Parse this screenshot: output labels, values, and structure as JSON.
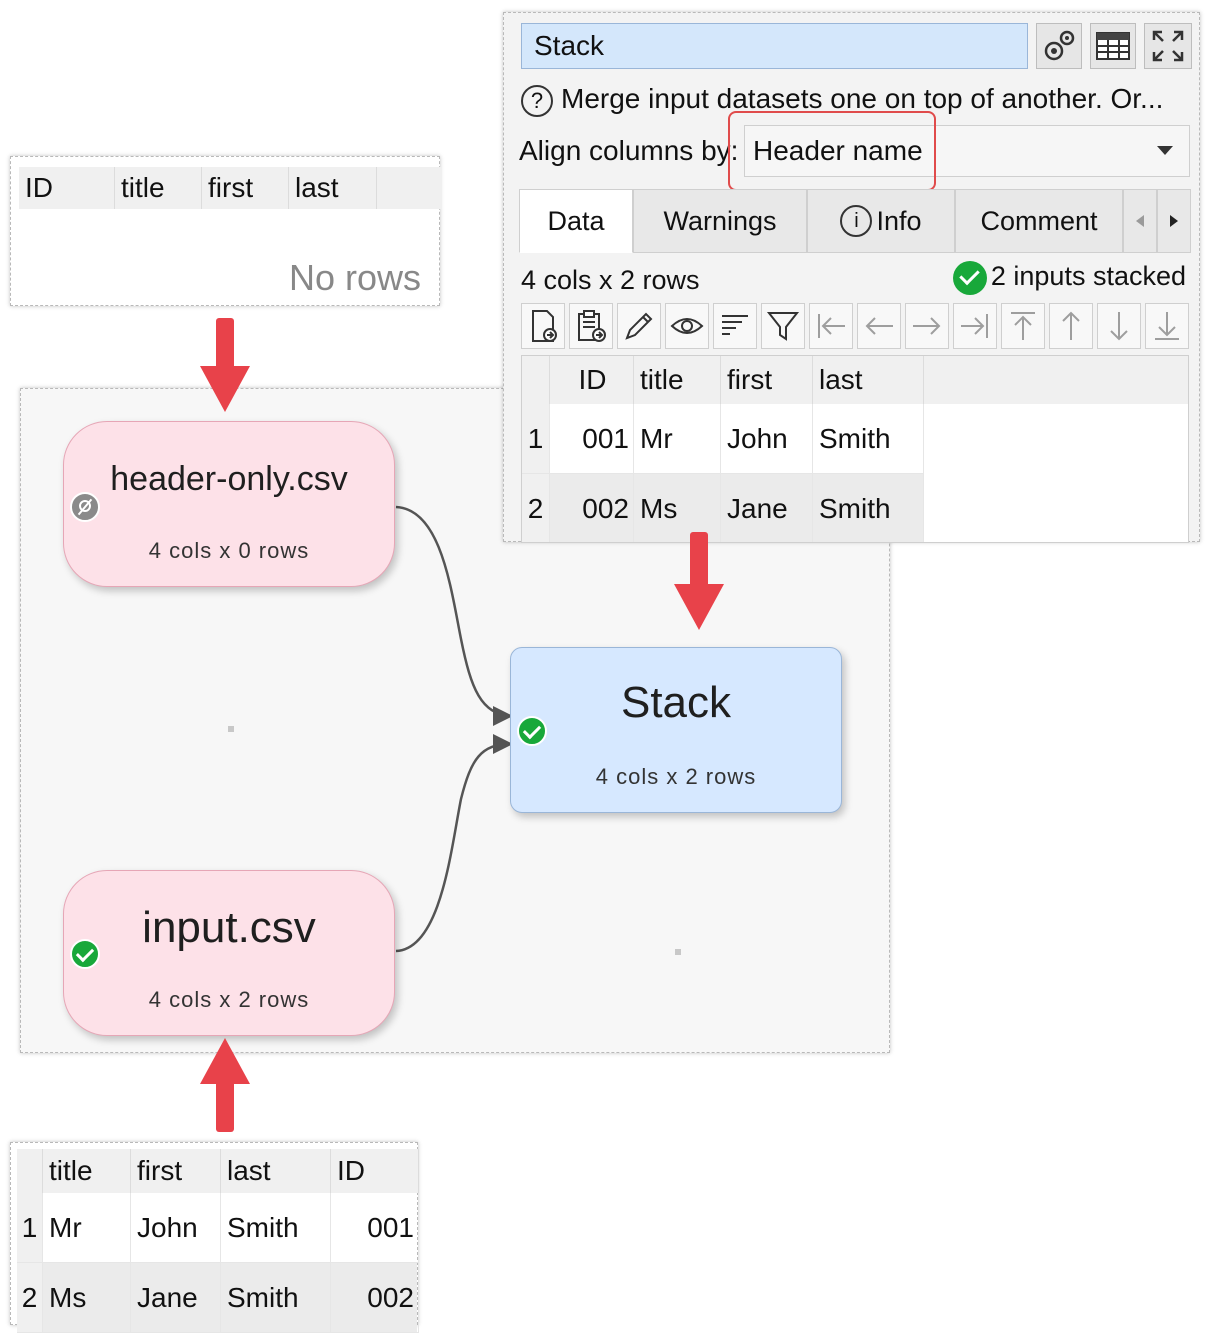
{
  "canvas": {
    "nodes": {
      "header_only": {
        "title": "header-only.csv",
        "subtitle": "4 cols x 0 rows",
        "status": "null-icon"
      },
      "input": {
        "title": "input.csv",
        "subtitle": "4 cols x 2 rows",
        "status": "check-icon"
      },
      "stack": {
        "title": "Stack",
        "subtitle": "4 cols x 2 rows",
        "status": "check-icon"
      }
    }
  },
  "header_only_preview": {
    "columns": [
      "ID",
      "title",
      "first",
      "last"
    ],
    "empty_text": "No rows"
  },
  "input_preview": {
    "columns": [
      "title",
      "first",
      "last",
      "ID"
    ],
    "rows": [
      {
        "n": "1",
        "cells": [
          "Mr",
          "John",
          "Smith",
          "001"
        ]
      },
      {
        "n": "2",
        "cells": [
          "Ms",
          "Jane",
          "Smith",
          "002"
        ]
      }
    ]
  },
  "panel": {
    "title": "Stack",
    "description": "Merge input datasets one on top of another. Or...",
    "align_label": "Align columns by:",
    "align_value": "Header name",
    "tabs": [
      "Data",
      "Warnings",
      "Info",
      "Comment"
    ],
    "active_tab": "Data",
    "dims": "4 cols x 2 rows",
    "status": "2 inputs stacked",
    "toolbar_icons": [
      "new-file-icon",
      "paste-file-icon",
      "edit-icon",
      "view-icon",
      "sort-icon",
      "filter-icon",
      "move-first-icon",
      "move-left-icon",
      "move-right-icon",
      "move-last-icon",
      "move-top-icon",
      "move-up-icon",
      "move-down-icon",
      "move-bottom-icon"
    ],
    "grid": {
      "columns": [
        "ID",
        "title",
        "first",
        "last"
      ],
      "rows": [
        {
          "n": "1",
          "cells": [
            "001",
            "Mr",
            "John",
            "Smith"
          ]
        },
        {
          "n": "2",
          "cells": [
            "002",
            "Ms",
            "Jane",
            "Smith"
          ]
        }
      ]
    }
  },
  "colors": {
    "pink_node": "#fde1e8",
    "blue_node": "#d6e8ff",
    "arrow": "#e8424a",
    "ok": "#18a83a"
  }
}
